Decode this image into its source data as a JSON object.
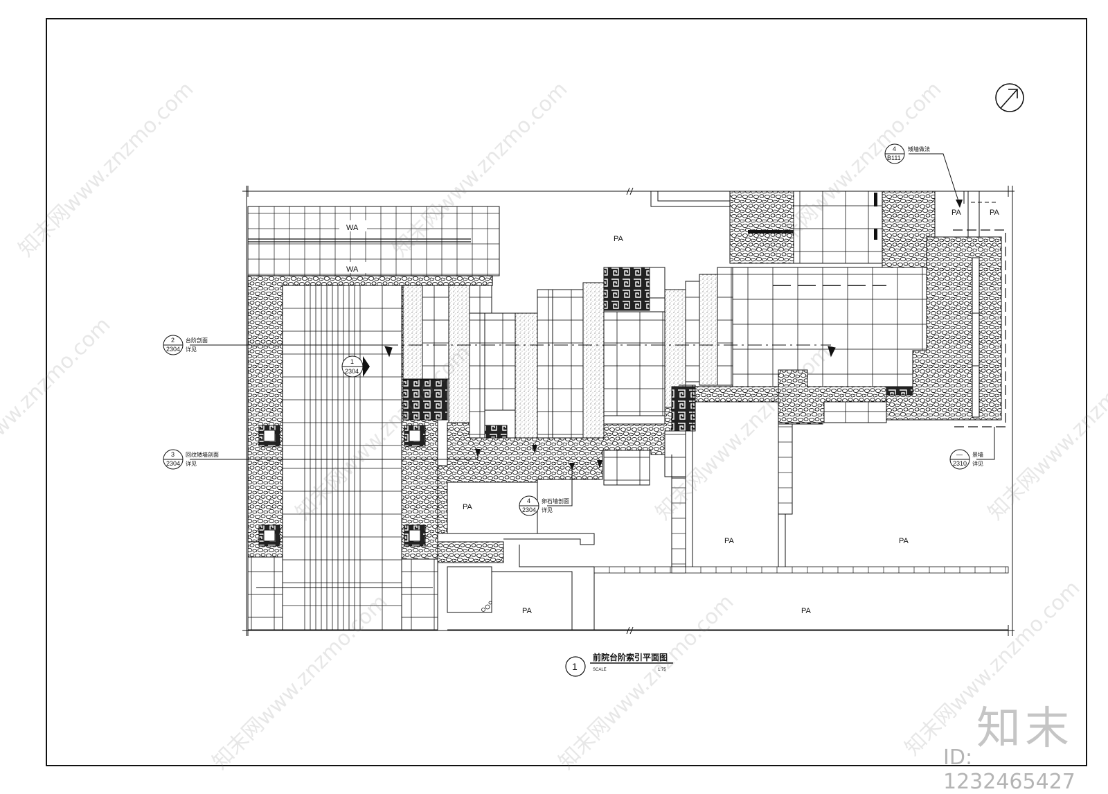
{
  "drawing": {
    "title": "前院台阶索引平面图",
    "number": "1",
    "scale_label": "SCALE",
    "scale_value": "1:75",
    "zone_labels": [
      {
        "id": "wa-1",
        "text": "WA"
      },
      {
        "id": "wa-2",
        "text": "WA"
      },
      {
        "id": "pa-top",
        "text": "PA"
      },
      {
        "id": "pa-tr1",
        "text": "PA"
      },
      {
        "id": "pa-tr2",
        "text": "PA"
      },
      {
        "id": "pa-mid",
        "text": "PA"
      },
      {
        "id": "pa-c1",
        "text": "PA"
      },
      {
        "id": "pa-c2",
        "text": "PA"
      },
      {
        "id": "pa-b1",
        "text": "PA"
      },
      {
        "id": "pa-b2",
        "text": "PA"
      }
    ],
    "callouts": [
      {
        "id": "callout-2",
        "num": "2",
        "sheet": "2304",
        "title": "台阶剖面",
        "note": "详见"
      },
      {
        "id": "callout-3",
        "num": "3",
        "sheet": "2304",
        "title": "回纹矮墙剖面",
        "note": "详见"
      },
      {
        "id": "callout-4a",
        "num": "4",
        "sheet": "2304",
        "title": "卵石墙剖面",
        "note": "详见"
      },
      {
        "id": "callout-4b",
        "num": "4",
        "sheet": "B111",
        "title": "矮墙做法",
        "note": ""
      },
      {
        "id": "callout-dash",
        "num": "—",
        "sheet": "2310",
        "title": "景墙",
        "note": "详见"
      },
      {
        "id": "section-1",
        "num": "1",
        "sheet": "2304",
        "title": "",
        "note": ""
      }
    ]
  },
  "watermark": {
    "text": "知末网www.znzmo.com",
    "logo": "知末",
    "id": "ID: 1232465427"
  },
  "colors": {
    "line": "#111111",
    "stone": "#8a8a8a"
  }
}
